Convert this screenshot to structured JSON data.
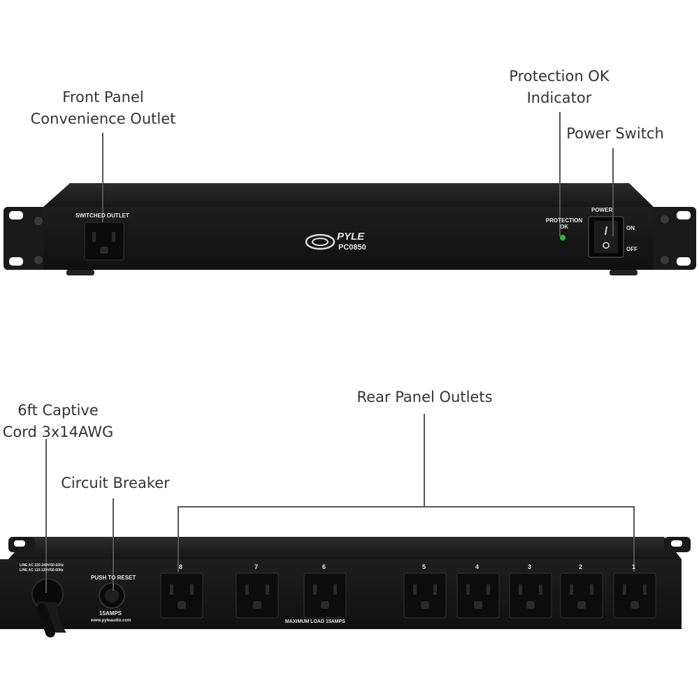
{
  "callouts": {
    "front_outlet": [
      "Front Panel",
      "Convenience Outlet"
    ],
    "protection_ok": [
      "Protection OK",
      "Indicator"
    ],
    "power_switch": "Power Switch",
    "captive_cord": [
      "6ft Captive",
      "Cord 3x14AWG"
    ],
    "circuit_breaker": "Circuit Breaker",
    "rear_outlets": "Rear Panel Outlets"
  },
  "front_panel": {
    "switched_outlet_label": "SWITCHED OUTLET",
    "brand": "PYLE",
    "model": "PC0850",
    "protection_label": [
      "PROTECTION",
      "OK"
    ],
    "power_label": "POWER",
    "switch_on": "ON",
    "switch_off": "OFF",
    "led_color": "#2fbf2f"
  },
  "rear_panel": {
    "line_ac": [
      "LINE AC 220-240V/50-60Hz",
      "LINE AC 110-120V/50-60Hz"
    ],
    "push_to_reset": "PUSH TO RESET",
    "amps": "15AMPS",
    "website": "www.pyleaudio.com",
    "max_load": "MAXIMUM LOAD 15AMPS",
    "outlet_numbers": [
      "8",
      "7",
      "6",
      "5",
      "4",
      "3",
      "2",
      "1"
    ]
  },
  "colors": {
    "panel": "#161616",
    "panel_edge": "#2a2a2a",
    "outlet": "#0c0c0c",
    "callout_line": "#555555"
  }
}
